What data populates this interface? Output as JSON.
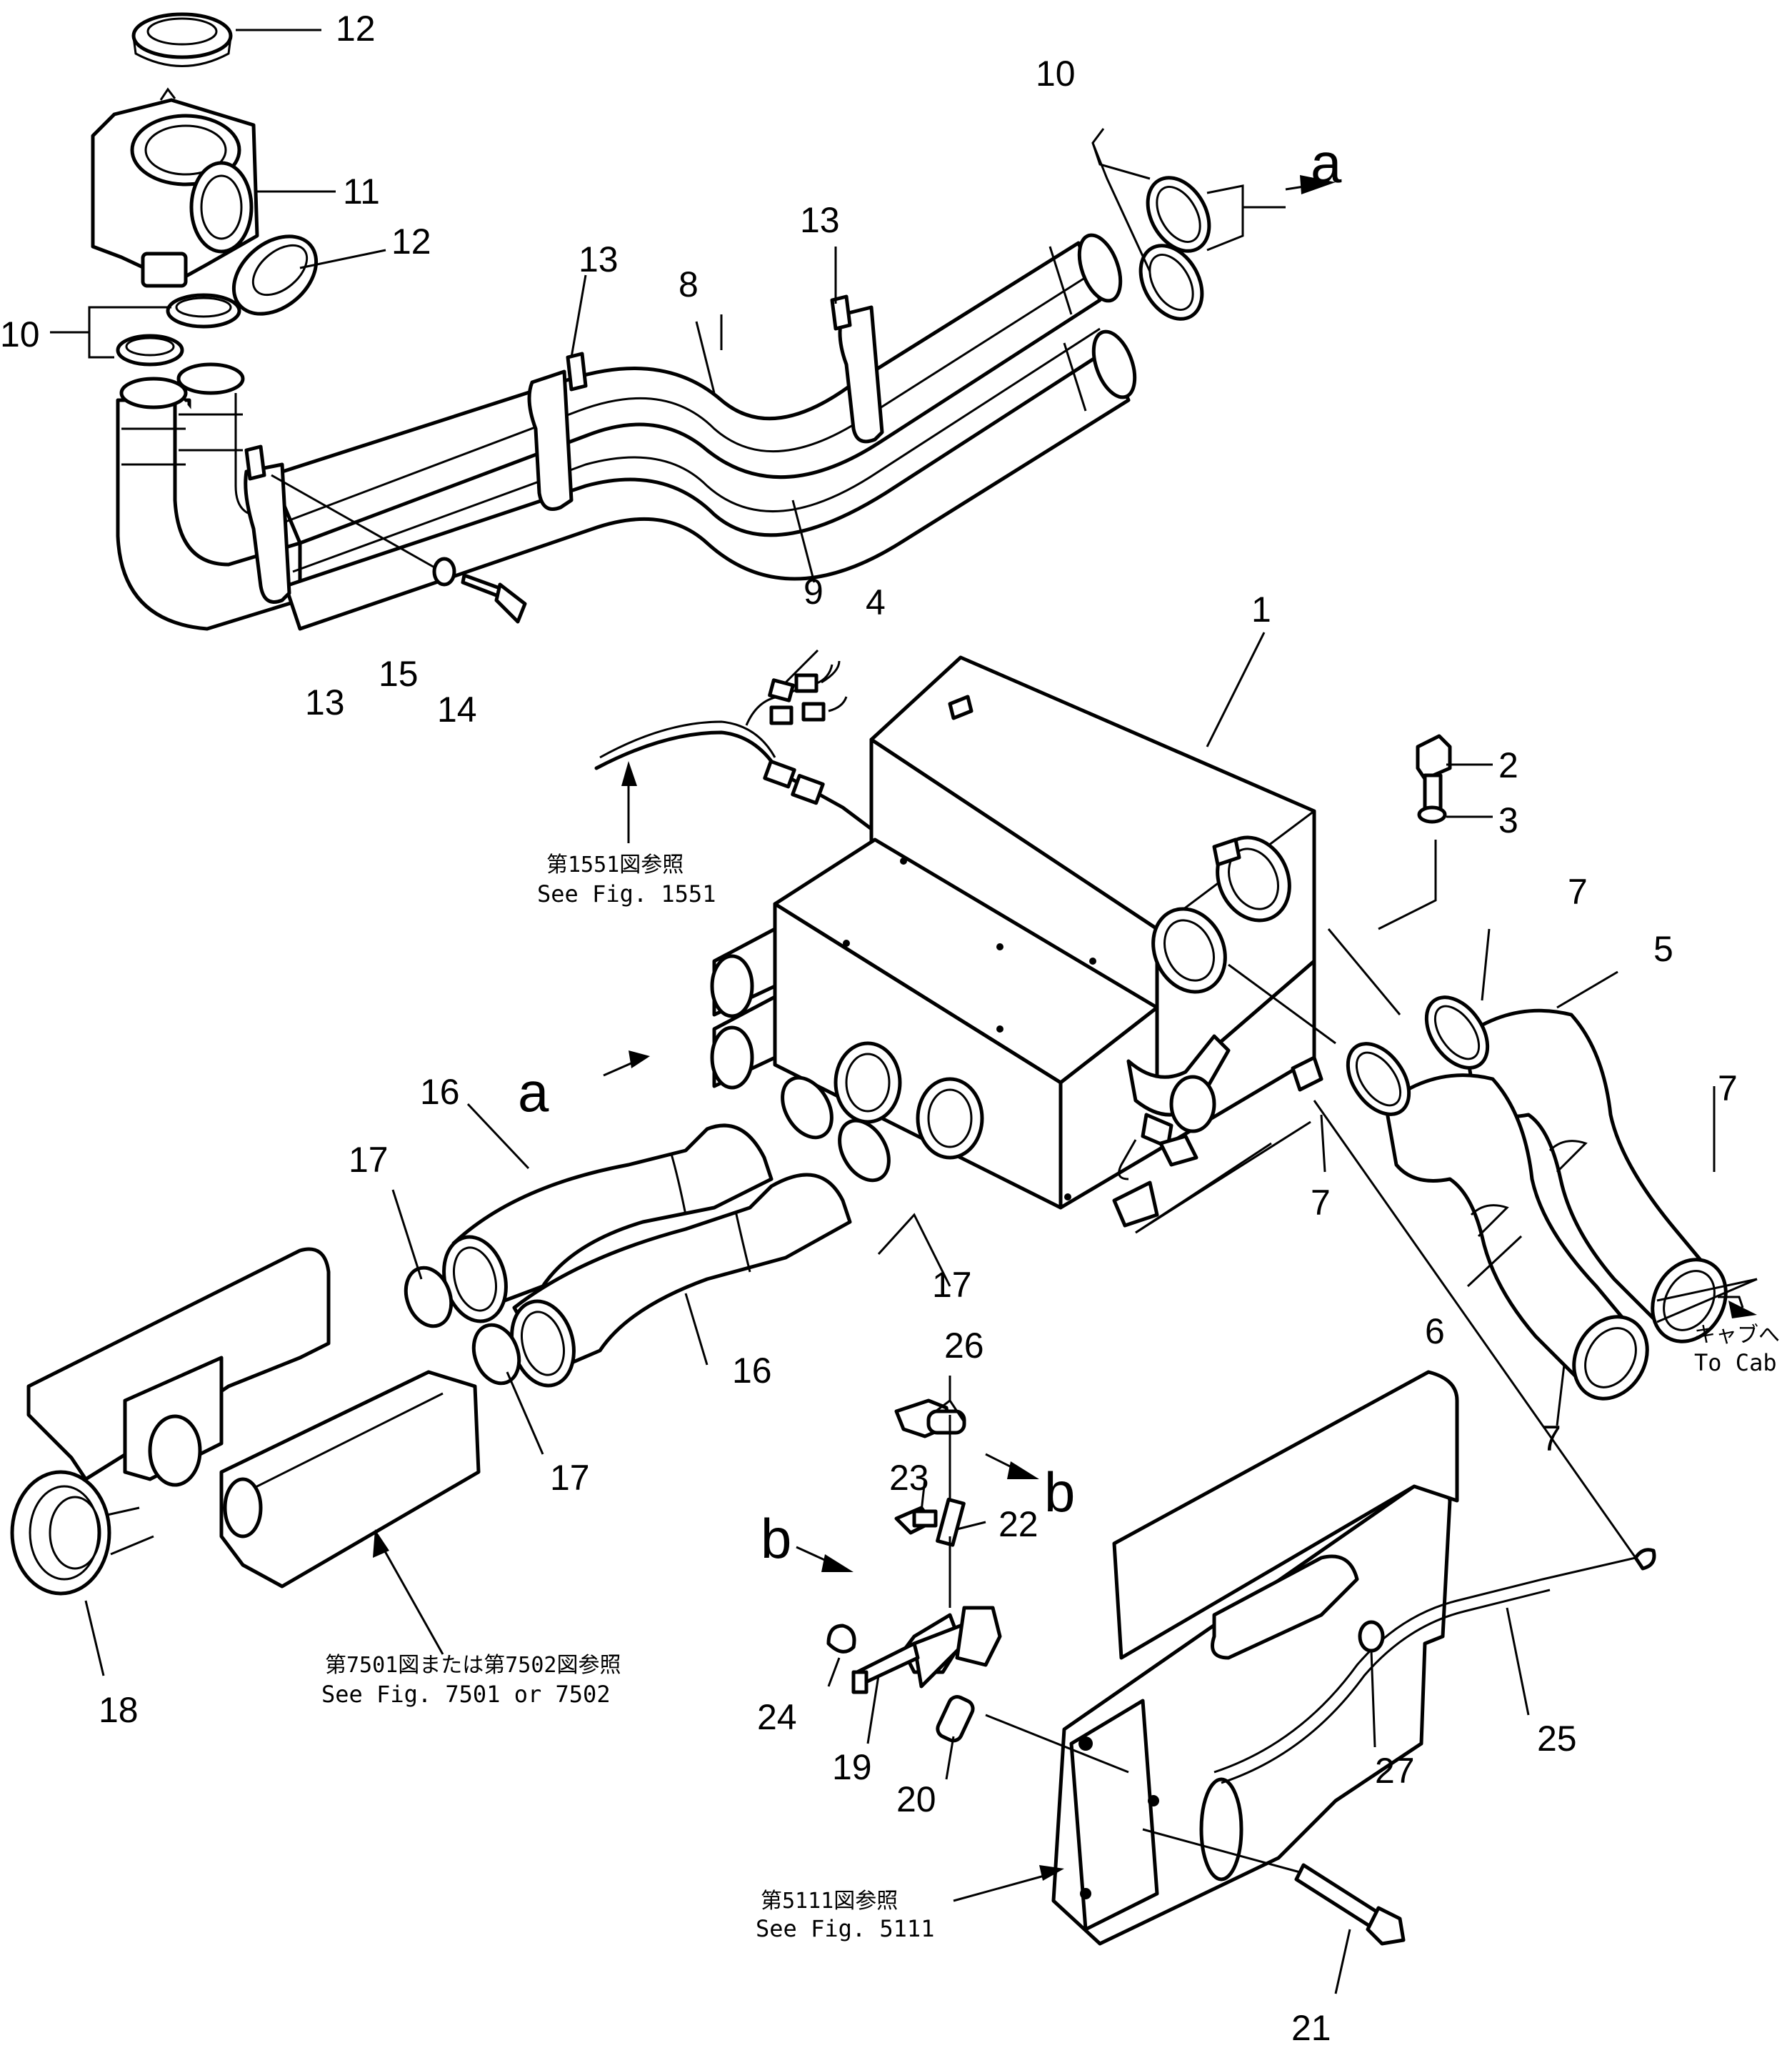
{
  "parts": [
    "1",
    "2",
    "3",
    "4",
    "5",
    "6",
    "7",
    "8",
    "9",
    "10",
    "11",
    "12",
    "13",
    "14",
    "15",
    "16",
    "17",
    "18",
    "19",
    "20",
    "21",
    "22",
    "23",
    "24",
    "25",
    "26",
    "27"
  ],
  "connection_letters": [
    "a",
    "b"
  ],
  "references": {
    "fig1551_jp": "第1551図参照",
    "fig1551_en": "See Fig. 1551",
    "fig7501_jp": "第7501図または第7502図参照",
    "fig7501_en": "See Fig. 7501 or 7502",
    "fig5111_jp": "第5111図参照",
    "fig5111_en": "See Fig. 5111",
    "cab_jp": "キャブへ",
    "cab_en": "To Cab"
  }
}
